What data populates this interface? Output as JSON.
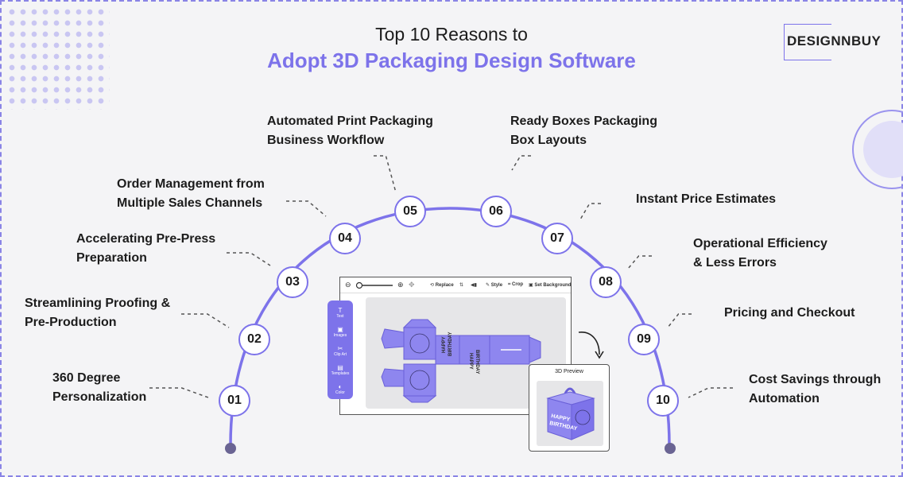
{
  "title": {
    "line1": "Top 10 Reasons to",
    "line2": "Adopt 3D Packaging Design Software"
  },
  "logo": {
    "text": "DESIGNNBUY"
  },
  "colors": {
    "accent": "#7d73ea",
    "panel": "#8e86ef",
    "dot": "#6a6493"
  },
  "reasons": [
    {
      "num": "01",
      "lines": [
        "360 Degree",
        "Personalization"
      ]
    },
    {
      "num": "02",
      "lines": [
        "Streamlining Proofing &",
        "Pre-Production"
      ]
    },
    {
      "num": "03",
      "lines": [
        "Accelerating Pre-Press",
        "Preparation"
      ]
    },
    {
      "num": "04",
      "lines": [
        "Order Management from",
        "Multiple Sales Channels"
      ]
    },
    {
      "num": "05",
      "lines": [
        "Automated Print Packaging",
        "Business Workflow"
      ]
    },
    {
      "num": "06",
      "lines": [
        "Ready Boxes Packaging",
        "Box Layouts"
      ]
    },
    {
      "num": "07",
      "lines": [
        "Instant Price Estimates"
      ]
    },
    {
      "num": "08",
      "lines": [
        "Operational Efficiency",
        "& Less Errors"
      ]
    },
    {
      "num": "09",
      "lines": [
        "Pricing and Checkout"
      ]
    },
    {
      "num": "10",
      "lines": [
        "Cost Savings through",
        "Automation"
      ]
    }
  ],
  "editor": {
    "toolbar": {
      "replace": "Replace",
      "style": "Style",
      "crop": "Crop",
      "set_background": "Set Background"
    },
    "sidebar": [
      "Text",
      "Images",
      "Clip Art",
      "Templates",
      "Color"
    ],
    "box_text": [
      "HAPPY",
      "BIRTHDAY"
    ]
  },
  "preview": {
    "title": "3D Preview",
    "box_text": [
      "HAPPY",
      "BIRTHDAY"
    ]
  }
}
